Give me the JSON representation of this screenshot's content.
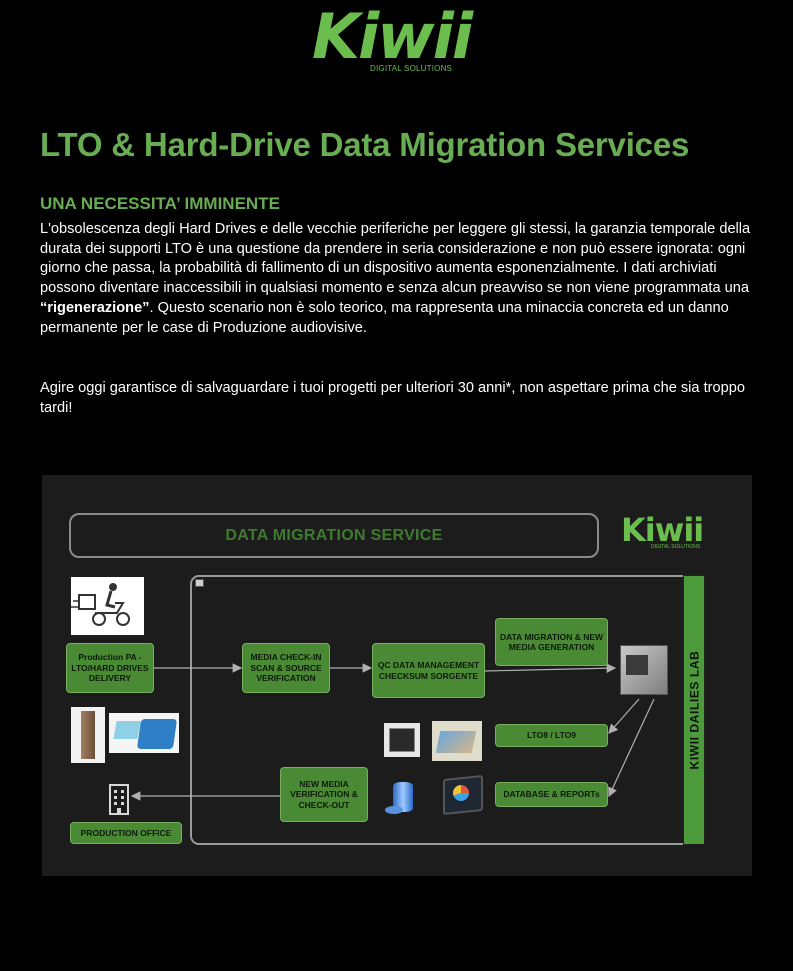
{
  "brand": {
    "logo_wordmark": "Kiwii",
    "logo_tagline": "DIGITAL SOLUTIONS"
  },
  "article": {
    "title": "LTO & Hard-Drive Data Migration Services",
    "subtitle": "UNA NECESSITA’ IMMINENTE",
    "paragraph1_before": "L'obsolescenza degli Hard Drives e delle vecchie periferiche per leggere gli stessi, la garanzia temporale della durata dei supporti LTO è una questione da prendere in seria considerazione e non può essere ignorata: ogni giorno che passa, la probabilità di fallimento di un dispositivo aumenta esponenzialmente. I dati archiviati possono diventare inaccessibili in qualsiasi momento e senza alcun preavviso se non viene programmata una ",
    "paragraph1_bold": "“rigenerazione”",
    "paragraph1_after": ". Questo scenario non è solo teorico, ma rappresenta una minaccia concreta ed un danno permanente per le case di Produzione audiovisive.",
    "paragraph2": "Agire oggi garantisce di salvaguardare i tuoi progetti per ulteriori 30 anni*, non aspettare prima che sia troppo tardi!"
  },
  "diagram": {
    "title": "DATA MIGRATION SERVICE",
    "logo_wordmark": "Kiwii",
    "logo_tagline": "DIGITAL SOLUTIONS",
    "lab_label": "KIWII DAILIES LAB",
    "boxes": {
      "delivery": "Production PA - LTO/HARD DRIVES DELIVERY",
      "checkin": "MEDIA CHECK-IN SCAN & SOURCE VERIFICATION",
      "qc": "QC DATA MANAGEMENT CHECKSUM SORGENTE",
      "migration": "DATA MIGRATION & NEW MEDIA GENERATION",
      "lto": "LTO8 / LTO9",
      "database": "DATABASE & REPORTs",
      "newmedia": "NEW MEDIA VERIFICATION & CHECK-OUT",
      "office": "PRODUCTION OFFICE"
    },
    "icons": [
      "delivery-scooter-icon",
      "hard-drive-tower-icon",
      "hard-drive-icon",
      "memory-chip-icon",
      "lto-tape-icon",
      "tape-library-server-icon",
      "database-icon",
      "report-monitor-icon",
      "office-building-icon"
    ]
  }
}
